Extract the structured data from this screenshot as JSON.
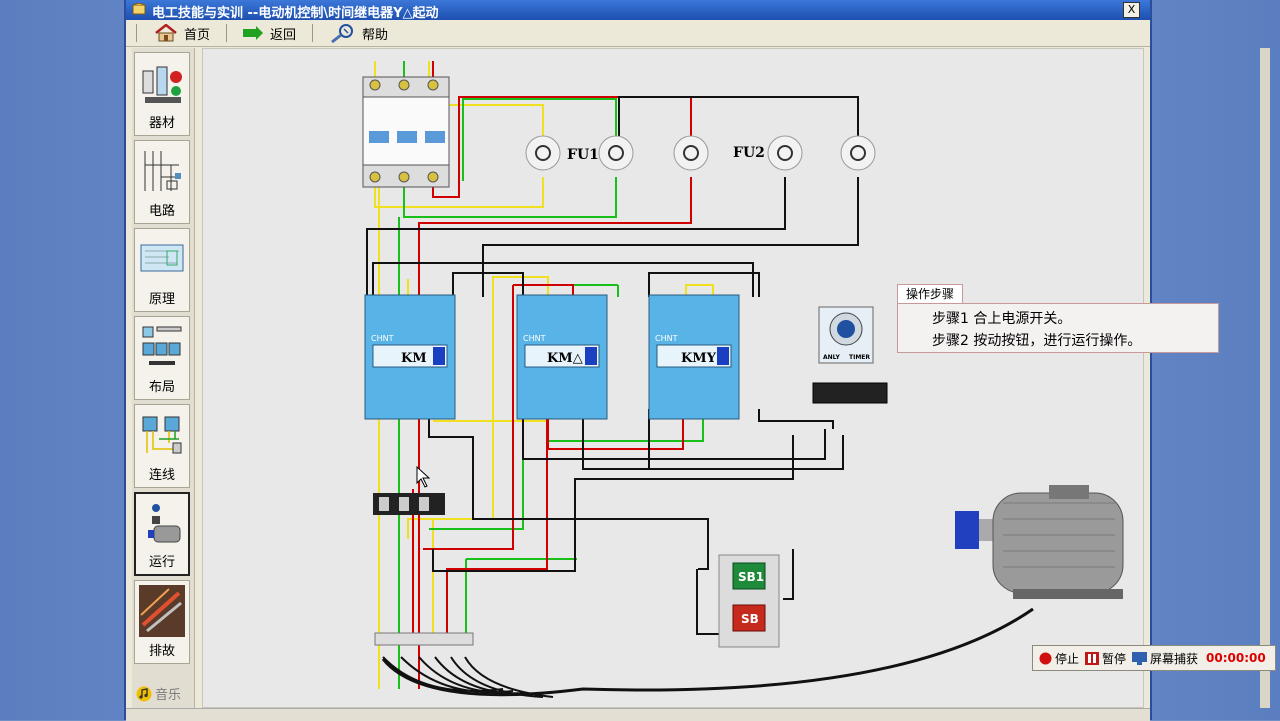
{
  "window": {
    "title": "电工技能与实训 --电动机控制\\时间继电器Y△起动",
    "close_label": "X"
  },
  "toolbar": {
    "items": [
      {
        "label": "首页",
        "icon": "home-icon"
      },
      {
        "label": "返回",
        "icon": "back-arrow-icon"
      },
      {
        "label": "帮助",
        "icon": "help-icon"
      }
    ]
  },
  "sidebar": {
    "items": [
      {
        "label": "器材"
      },
      {
        "label": "电路"
      },
      {
        "label": "原理"
      },
      {
        "label": "布局"
      },
      {
        "label": "连线"
      },
      {
        "label": "运行",
        "active": true
      },
      {
        "label": "排故"
      }
    ],
    "music_label": "音乐"
  },
  "diagram": {
    "fuse_labels": [
      "FU1",
      "FU2"
    ],
    "contactor_brand": "CHNT",
    "contactors": [
      "KM",
      "KM△",
      "KMY"
    ],
    "relay_labels": [
      "ANLY",
      "TIMER"
    ],
    "buttons": [
      {
        "label": "SB1",
        "color": "#1e8a3a"
      },
      {
        "label": "SB",
        "color": "#c52a1c"
      }
    ]
  },
  "steps": {
    "title": "操作步骤",
    "lines": [
      "步骤1  合上电源开关。",
      "步骤2  按动按钮，进行运行操作。"
    ]
  },
  "recorder": {
    "stop": "停止",
    "pause": "暂停",
    "capture": "屏幕捕获",
    "time": "00:00:00"
  },
  "colors": {
    "wire_yellow": "#f0e020",
    "wire_green": "#19c019",
    "wire_red": "#d00000",
    "wire_black": "#111111"
  }
}
